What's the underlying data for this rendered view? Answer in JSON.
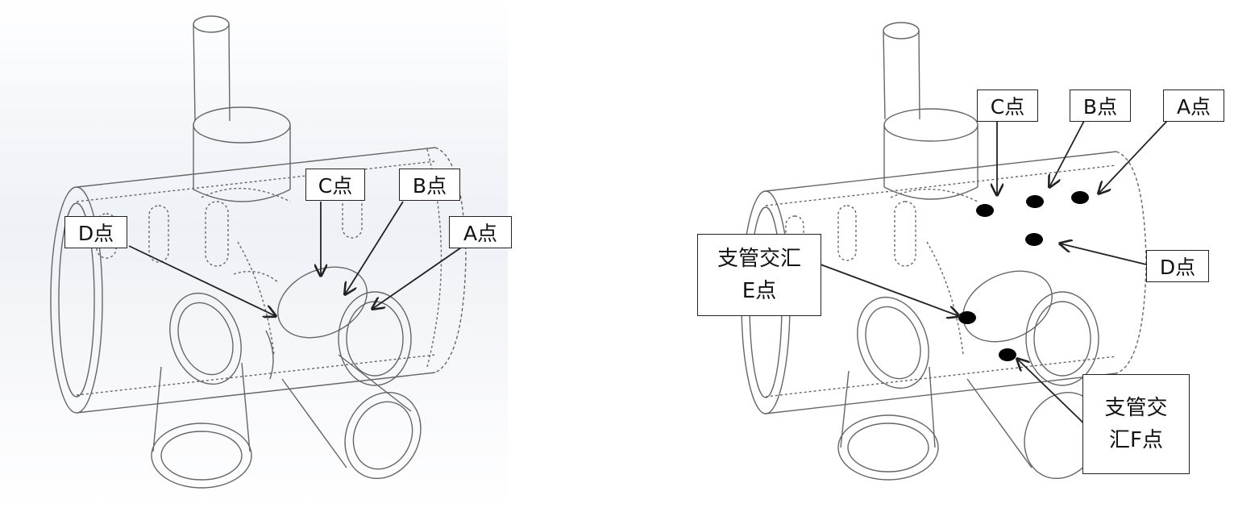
{
  "left_panel": {
    "labels": {
      "a": "A点",
      "b": "B点",
      "c": "C点",
      "d": "D点"
    }
  },
  "right_panel": {
    "labels": {
      "a": "A点",
      "b": "B点",
      "c": "C点",
      "d": "D点",
      "e_line1": "支管交汇",
      "e_line2": "E点",
      "f_line1": "支管交",
      "f_line2": "汇F点"
    }
  },
  "colors": {
    "line": "#555555",
    "arrow": "#222222",
    "marker": "#000000"
  }
}
